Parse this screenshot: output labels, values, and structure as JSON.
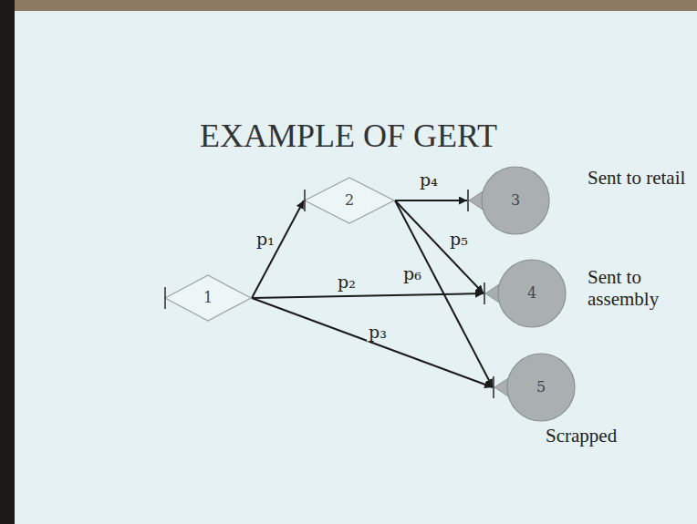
{
  "diagram": {
    "title": "EXAMPLE OF GERT",
    "nodes": [
      {
        "text": [
          "1"
        ]
      },
      {
        "text": [
          "2"
        ]
      },
      {
        "text": [
          "3"
        ]
      },
      {
        "text": [
          "4"
        ]
      },
      {
        "text": [
          "5"
        ]
      }
    ],
    "edges": [
      {
        "from": 0,
        "to": 1,
        "arrow": "to",
        "label": "p₁"
      },
      {
        "from": 0,
        "to": 3,
        "arrow": "to",
        "label": "p₂"
      },
      {
        "from": 0,
        "to": 4,
        "arrow": "to",
        "label": "p₃"
      },
      {
        "from": 1,
        "to": 2,
        "arrow": "to",
        "label": "p₄"
      },
      {
        "from": 1,
        "to": 3,
        "arrow": "to",
        "label": "p₅"
      },
      {
        "from": 1,
        "to": 4,
        "arrow": "to",
        "label": "p₆"
      }
    ],
    "labels": [
      "Sent to retail",
      "Sent to assembly",
      "Scrapped"
    ]
  }
}
